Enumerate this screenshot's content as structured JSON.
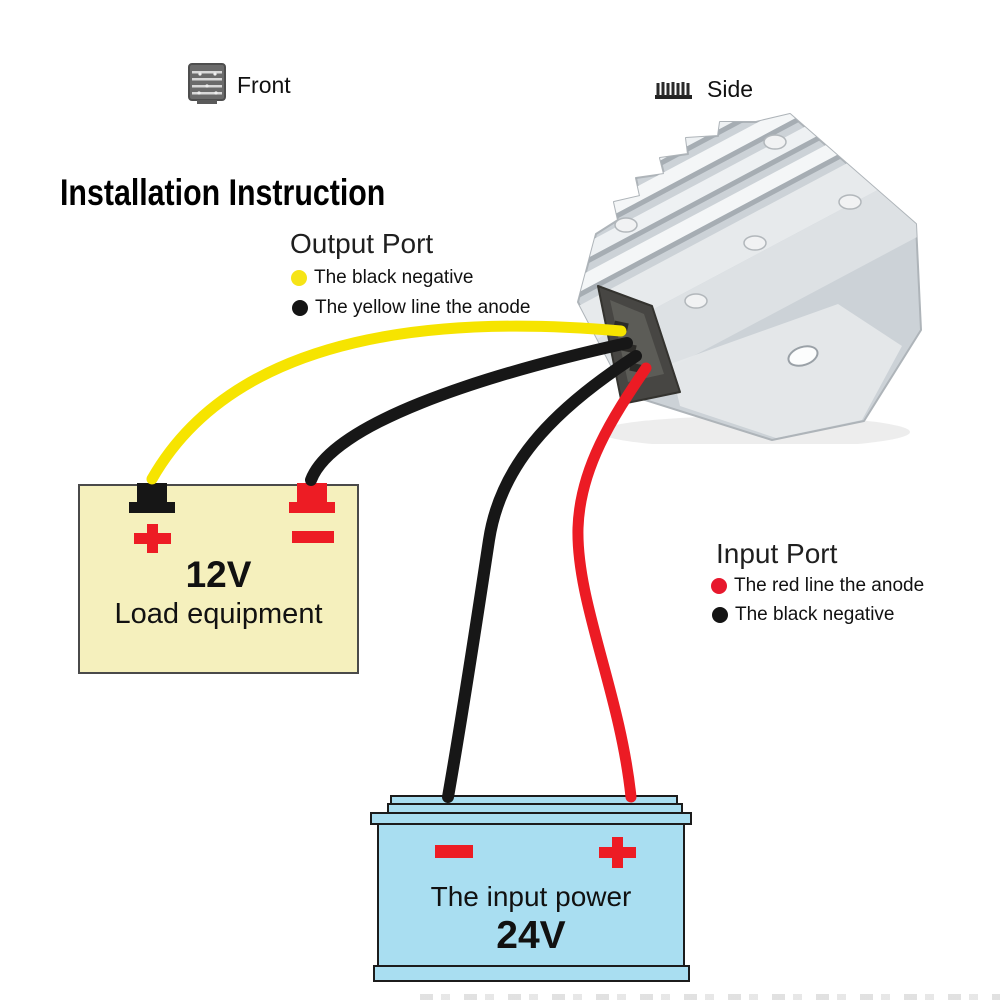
{
  "views": {
    "front_label": "Front",
    "side_label": "Side"
  },
  "title": "Installation Instruction",
  "output_port": {
    "heading": "Output Port",
    "legend": [
      {
        "dot_color": "#f6e416",
        "label": "The black negative"
      },
      {
        "dot_color": "#141414",
        "label": "The yellow line the anode"
      }
    ]
  },
  "input_port": {
    "heading": "Input Port",
    "legend": [
      {
        "dot_color": "#e7182d",
        "label": "The red line the anode"
      },
      {
        "dot_color": "#141414",
        "label": "The black negative"
      }
    ]
  },
  "load_box": {
    "voltage": "12V",
    "label": "Load equipment",
    "positive_symbol": "+",
    "negative_symbol": "−",
    "fill_color": "#f5f0bd"
  },
  "battery_box": {
    "label": "The input power",
    "voltage": "24V",
    "positive_symbol": "+",
    "negative_symbol": "−",
    "fill_color": "#a9def1"
  },
  "device": {
    "description": "aluminum finned heatsink voltage converter"
  },
  "wire_colors": {
    "output_anode_yellow": "#f6e400",
    "output_negative_black": "#171717",
    "input_negative_black": "#171717",
    "input_anode_red": "#ec1b24"
  }
}
